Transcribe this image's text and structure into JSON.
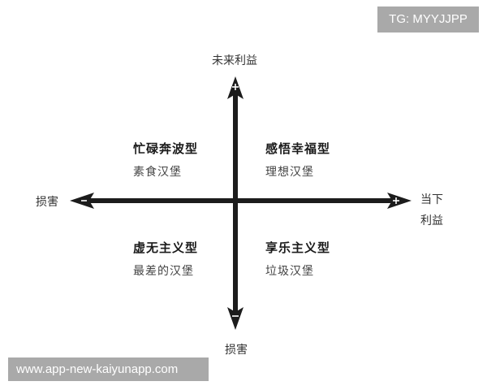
{
  "watermarks": {
    "top_right": "TG: MYYJJPP",
    "bottom_left": "www.app-new-kaiyunapp.com"
  },
  "axes": {
    "top": {
      "label": "未来利益",
      "sign": "+"
    },
    "bottom": {
      "label": "损害",
      "sign": "−"
    },
    "left": {
      "label": "损害",
      "sign": "−"
    },
    "right": {
      "label_line1": "当下",
      "label_line2": "利益",
      "sign": "+"
    }
  },
  "quadrants": {
    "top_left": {
      "title": "忙碌奔波型",
      "subtitle": "素食汉堡"
    },
    "top_right": {
      "title": "感悟幸福型",
      "subtitle": "理想汉堡"
    },
    "bottom_left": {
      "title": "虚无主义型",
      "subtitle": "最差的汉堡"
    },
    "bottom_right": {
      "title": "享乐主义型",
      "subtitle": "垃圾汉堡"
    }
  },
  "colors": {
    "axis": "#1c1c1c",
    "watermark_bg": "#a9a9a9"
  }
}
